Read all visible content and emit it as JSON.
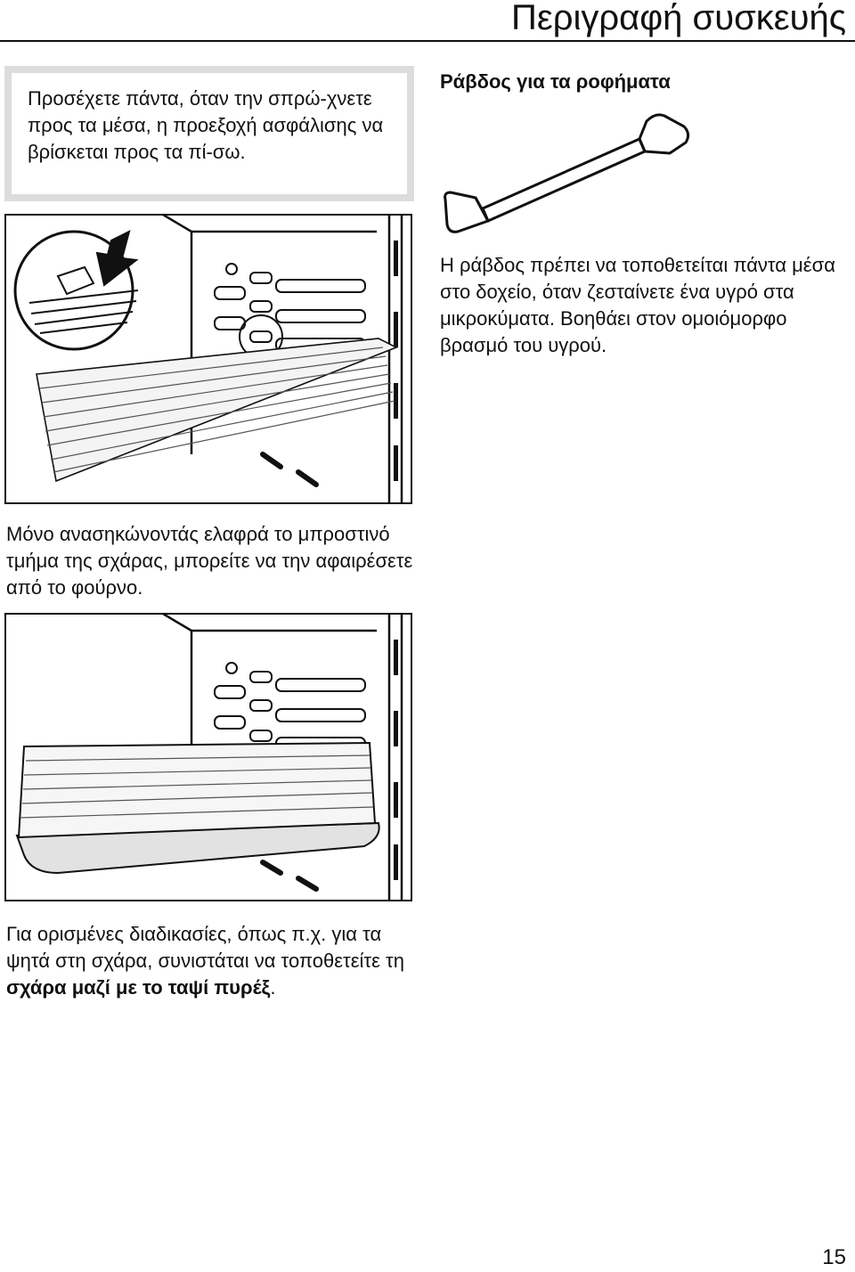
{
  "header": {
    "title": "Περιγραφή συσκευής"
  },
  "note": {
    "text": "Προσέχετε πάντα, όταν την σπρώ-χνετε προς τα μέσα, η προεξοχή ασφάλισης να βρίσκεται προς τα πί-σω."
  },
  "rod_section": {
    "heading": "Ράβδος για τα ροφήματα",
    "text": "Η ράβδος πρέπει να τοποθετείται πάντα μέσα στο δοχείο, όταν ζεσταίνετε ένα υγρό στα μικροκύματα. Βοηθάει στον ομοιόμορφο βρασμό του υγρού."
  },
  "grill_section": {
    "text": "Μόνο ανασηκώνοντάς ελαφρά το μπροστινό τμήμα της σχάρας, μπορείτε να την αφαιρέσετε από το φούρνο."
  },
  "tray_section": {
    "text_before": "Για ορισμένες διαδικασίες, όπως π.χ. για τα ψητά στη σχάρα, συνιστάται να τοποθετείτε τη ",
    "text_bold": "σχάρα μαζί με το ταψί πυρέξ",
    "text_after": "."
  },
  "footer": {
    "page_number": "15"
  },
  "icons": [
    "stirring-rod-illustration",
    "oven-rack-illustration",
    "oven-rack-with-tray-illustration",
    "push-arrow-icon"
  ]
}
